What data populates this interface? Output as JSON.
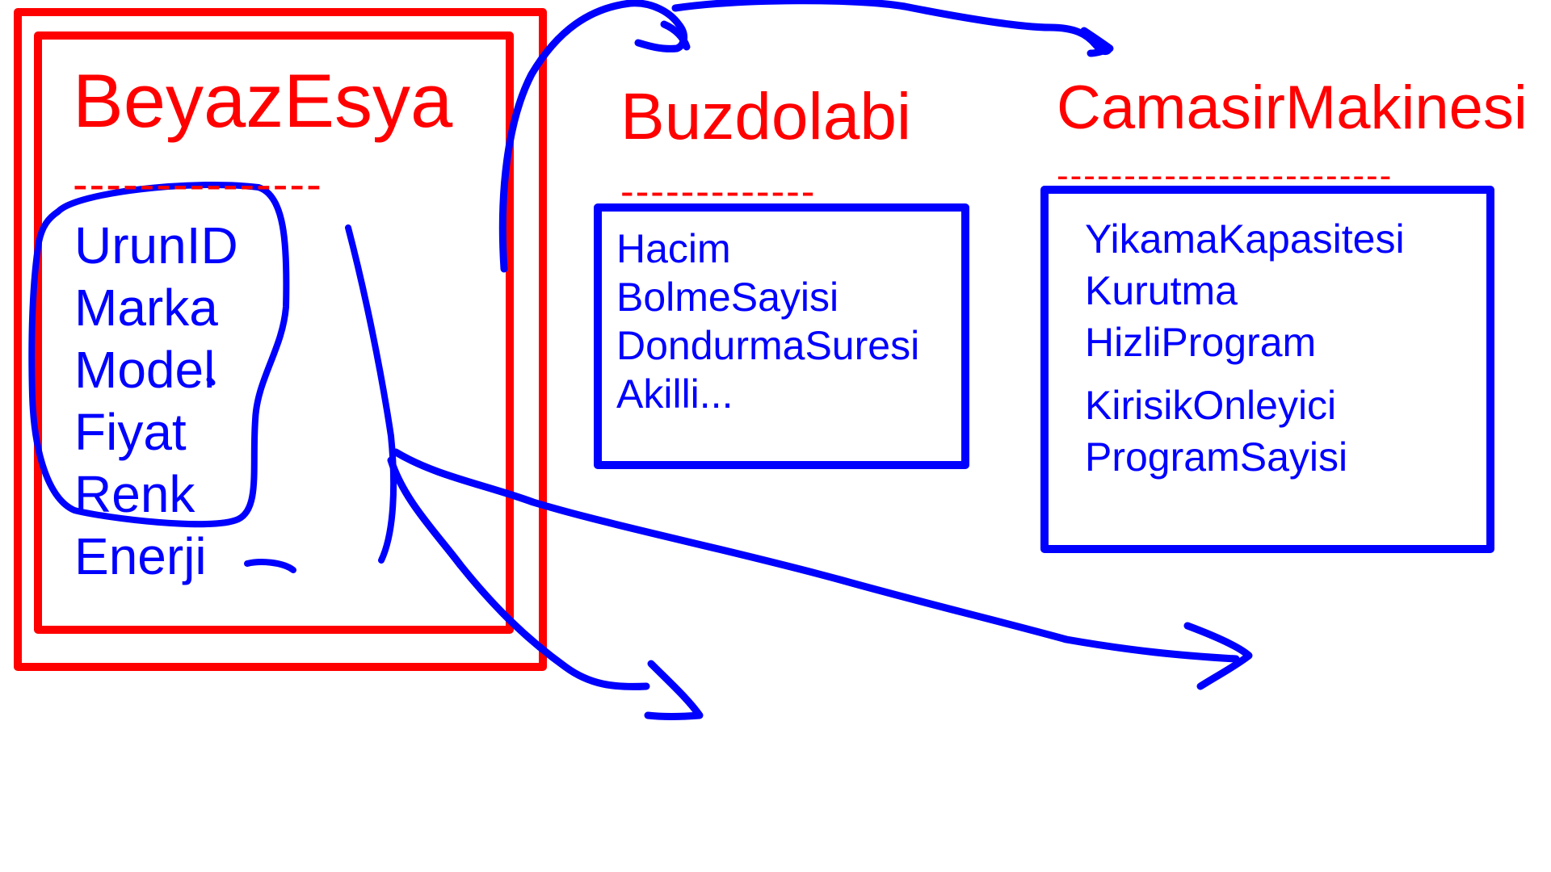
{
  "colors": {
    "red": "#ff0000",
    "blue": "#0000ff",
    "background": "#ffffff"
  },
  "diagram": {
    "base_class": {
      "title": "BeyazEsya",
      "separator": "---------------",
      "attributes": [
        "UrunID",
        "Marka",
        "Model",
        "Fiyat",
        "Renk",
        "Enerji"
      ]
    },
    "subclasses": [
      {
        "title": "Buzdolabi",
        "separator": "-------------",
        "attributes": [
          "Hacim",
          "BolmeSayisi",
          "DondurmaSuresi",
          "Akilli..."
        ]
      },
      {
        "title": "CamasirMakinesi",
        "separator": "-------------------------",
        "attributes": [
          "YikamaKapasitesi",
          "Kurutma",
          "HizliProgram",
          "KirisikOnleyici",
          "ProgramSayisi"
        ]
      }
    ]
  }
}
